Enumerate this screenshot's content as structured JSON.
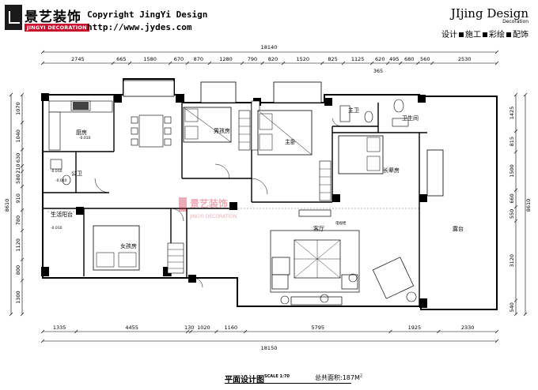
{
  "header": {
    "logo_text": "景艺装饰",
    "logo_en": "JINGYI DECORATION",
    "copyright": "Copyright JingYi Design",
    "url": "http://www.jydes.com",
    "brand_name": "JIjing Design",
    "brand_sub": "Decoration",
    "services": [
      "设计",
      "施工",
      "彩绘",
      "配饰"
    ]
  },
  "dims": {
    "top_total": "18140",
    "top": [
      "2745",
      "665",
      "1580",
      "670",
      "870",
      "1280",
      "790",
      "820",
      "1520",
      "825",
      "1125",
      "620",
      "495",
      "680",
      "560",
      "2530"
    ],
    "top_sub": "365",
    "bottom": [
      "1335",
      "4455",
      "130",
      "1020",
      "1160",
      "5795",
      "1925",
      "2330"
    ],
    "bottom_total": "18150",
    "left_total": "8610",
    "left": [
      "1070",
      "1040",
      "630",
      "210",
      "580",
      "910",
      "780",
      "1120",
      "800",
      "1300"
    ],
    "right_total": "8610",
    "right": [
      "1425",
      "815",
      "1500",
      "660",
      "550",
      "3120",
      "540"
    ]
  },
  "rooms": {
    "kitchen": "厨房",
    "public_bath": "公卫",
    "living_balcony": "生活阳台",
    "boys_room": "男孩房",
    "master": "主卧",
    "master_bath": "主卫",
    "bath": "卫生间",
    "elder_room": "长辈房",
    "girls_room": "女孩房",
    "living": "客厅",
    "terrace": "露台",
    "tv_cabinet": "电视柜"
  },
  "levels": {
    "kitchen": "-0.010",
    "bath": "-0.010",
    "bath2": "-0.040",
    "balcony": "-0.010"
  },
  "watermark": {
    "zh": "景艺装饰",
    "en": "JINGYI DECORATION"
  },
  "footer": {
    "title": "平面设计图",
    "scale": "SCALE 1:70",
    "area_label": "总共面积:",
    "area_value": "187M",
    "area_sup": "2"
  }
}
